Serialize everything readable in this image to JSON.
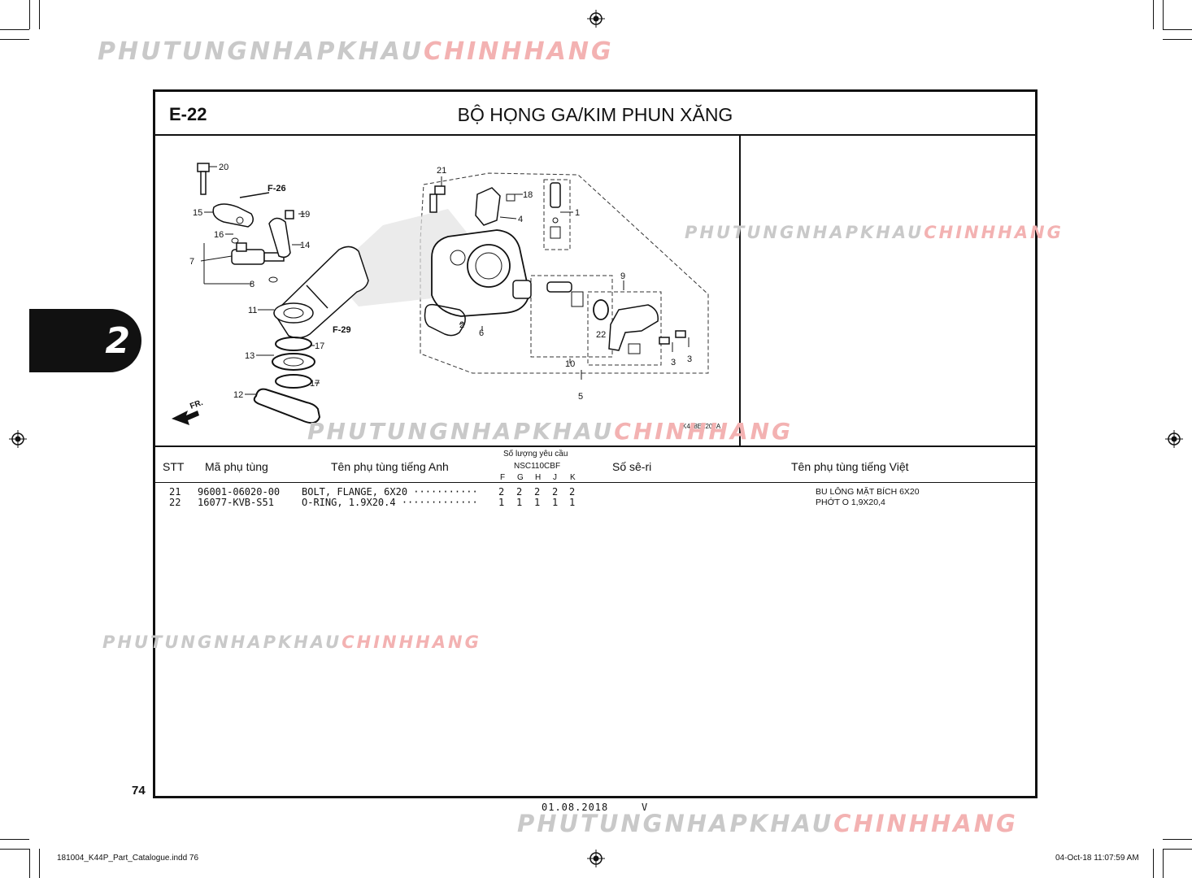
{
  "header": {
    "section_code": "E-22",
    "title": "BỘ HỌNG GA/KIM PHUN XĂNG"
  },
  "chapter_tab": "2",
  "watermark": {
    "part_a": "PHUTUNGNHAPKHAU",
    "part_b": "CHINHHANG"
  },
  "diagram": {
    "code": "K448E2200A",
    "refs": {
      "f26": "F-26",
      "f29": "F-29",
      "fr": "FR."
    },
    "callouts": [
      "20",
      "15",
      "16",
      "7",
      "8",
      "11",
      "13",
      "12",
      "17",
      "17",
      "19",
      "14",
      "21",
      "18",
      "4",
      "1",
      "2",
      "6",
      "9",
      "22",
      "10",
      "3",
      "3",
      "5"
    ]
  },
  "table": {
    "headers": {
      "stt": "STT",
      "part_no": "Mã phụ tùng",
      "name_en": "Tên phụ tùng tiếng Anh",
      "qty_title": "Số lượng yêu cầu",
      "model": "NSC110CBF",
      "serial": "Số sê-ri",
      "name_vn": "Tên phụ tùng tiếng Việt"
    },
    "qty_columns": [
      "F",
      "G",
      "H",
      "J",
      "K"
    ],
    "rows": [
      {
        "stt": "21",
        "part_no": "96001-06020-00",
        "name_en": "BOLT, FLANGE, 6X20 ···········",
        "qty": [
          "2",
          "2",
          "2",
          "2",
          "2"
        ],
        "name_vn": "BU LÔNG MẶT BÍCH 6X20"
      },
      {
        "stt": "22",
        "part_no": "16077-KVB-S51",
        "name_en": "O-RING, 1.9X20.4 ·············",
        "qty": [
          "1",
          "1",
          "1",
          "1",
          "1"
        ],
        "name_vn": "PHỚT O 1,9X20,4"
      }
    ]
  },
  "footer": {
    "page_number": "74",
    "date": "01.08.2018",
    "version": "V",
    "file_name": "181004_K44P_Part_Catalogue.indd   76",
    "timestamp": "04-Oct-18   11:07:59 AM"
  }
}
